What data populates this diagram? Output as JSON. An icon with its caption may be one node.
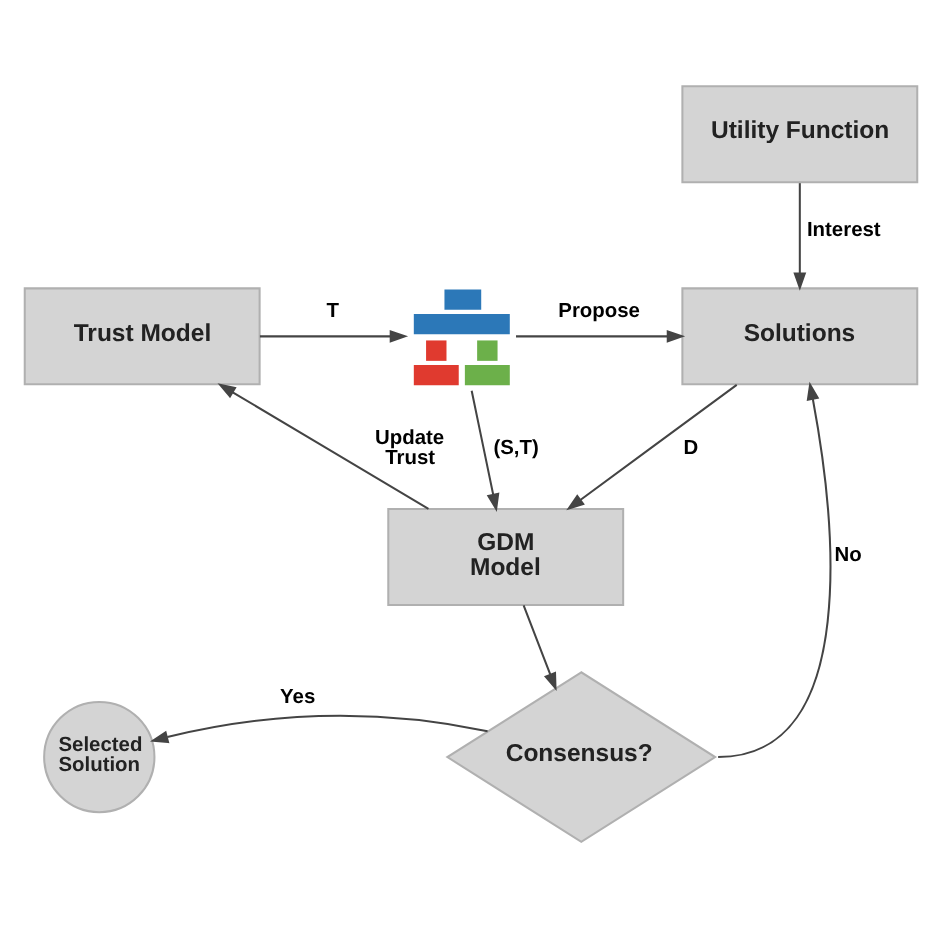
{
  "diagram": {
    "nodes": [
      {
        "text": [
          "Utility Function"
        ]
      },
      {
        "text": [
          "Trust Model"
        ]
      },
      {
        "text": [],
        "shape": "person"
      },
      {
        "text": [
          "Solutions"
        ]
      },
      {
        "text": [
          "GDM Model"
        ]
      },
      {
        "text": [
          "Selected Solution"
        ]
      },
      {
        "text": [
          "Consensus?"
        ]
      }
    ],
    "edges": [
      {
        "from": 0,
        "to": 3,
        "arrow": "to",
        "label": "Interest"
      },
      {
        "from": 1,
        "to": 2,
        "arrow": "to",
        "label": "T"
      },
      {
        "from": 2,
        "to": 3,
        "arrow": "to",
        "label": "Propose"
      },
      {
        "from": 2,
        "to": 4,
        "arrow": "to",
        "label": "(S,T)"
      },
      {
        "from": 3,
        "to": 4,
        "arrow": "to",
        "label": "D"
      },
      {
        "from": 4,
        "to": 1,
        "arrow": "to",
        "label": "Update Trust"
      },
      {
        "from": 4,
        "to": 6,
        "arrow": "to"
      },
      {
        "from": 6,
        "to": 5,
        "arrow": "to",
        "label": "Yes"
      },
      {
        "from": 6,
        "to": 3,
        "arrow": "to",
        "label": "No"
      }
    ]
  }
}
